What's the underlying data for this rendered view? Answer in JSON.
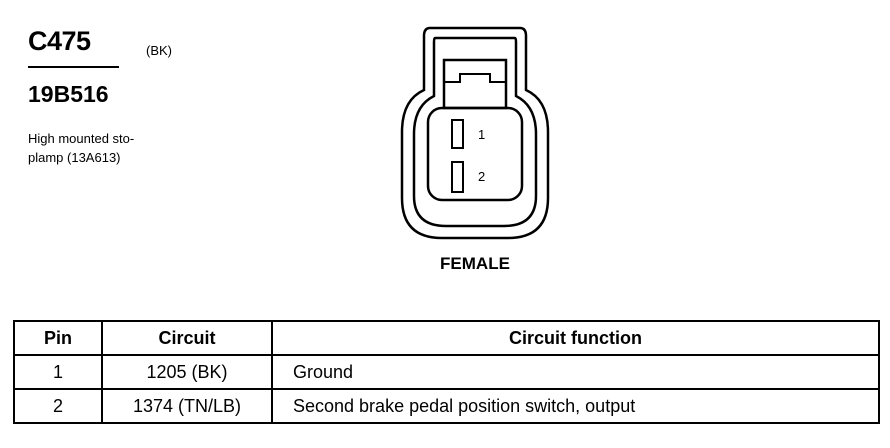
{
  "header": {
    "connector_id": "C475",
    "color_code": "(BK)",
    "part_number": "19B516",
    "description_line1": "High mounted sto-",
    "description_line2": "plamp (13A613)"
  },
  "connector": {
    "pins": [
      "1",
      "2"
    ],
    "gender": "FEMALE"
  },
  "table": {
    "columns": [
      "Pin",
      "Circuit",
      "Circuit function"
    ],
    "rows": [
      [
        "1",
        "1205 (BK)",
        "Ground"
      ],
      [
        "2",
        "1374 (TN/LB)",
        "Second brake pedal position switch, output"
      ]
    ]
  }
}
